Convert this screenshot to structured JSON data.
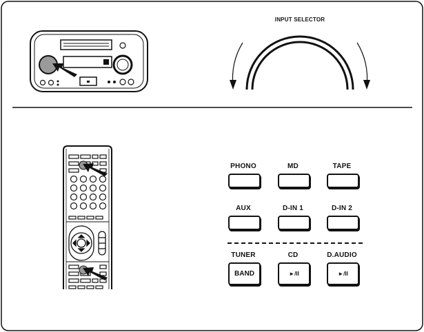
{
  "input_selector": {
    "title": "INPUT SELECTOR"
  },
  "buttons": {
    "phono": {
      "label": "PHONO"
    },
    "md": {
      "label": "MD"
    },
    "tape": {
      "label": "TAPE"
    },
    "aux": {
      "label": "AUX"
    },
    "din1": {
      "label": "D-IN 1"
    },
    "din2": {
      "label": "D-IN 2"
    },
    "tuner": {
      "label": "TUNER",
      "key": "BAND"
    },
    "cd": {
      "label": "CD",
      "key": "►/II"
    },
    "daudio": {
      "label": "D.AUDIO",
      "key": "►/II"
    }
  },
  "colors": {
    "line": "#111111",
    "knob_highlight": "#9a9a9a",
    "background": "#ffffff"
  }
}
